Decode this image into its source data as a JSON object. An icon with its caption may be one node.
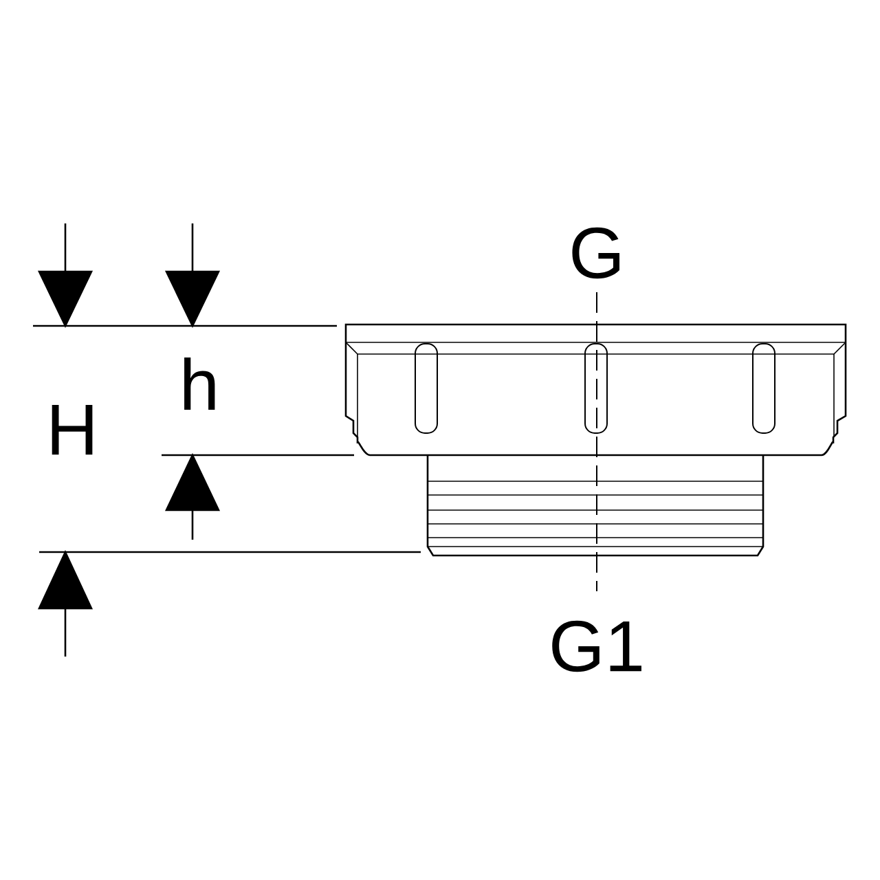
{
  "diagram": {
    "labels": [
      "G",
      "H",
      "h",
      "G1"
    ]
  }
}
